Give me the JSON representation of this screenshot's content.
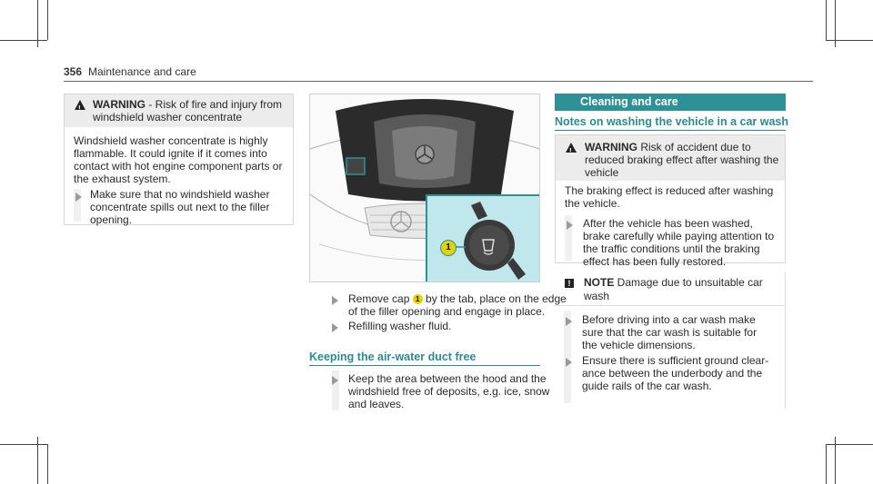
{
  "page": {
    "number": "356",
    "section": "Maintenance and care"
  },
  "col1": {
    "warning_label": "WARNING",
    "warning_title_rest": " - Risk of fire and injury from",
    "warning_title_l2": "windshield washer concentrate",
    "body_lines": [
      "Windshield washer concentrate is highly",
      "flammable. It could ignite if it comes into",
      "contact with hot engine component parts or",
      "the exhaust system."
    ],
    "step_lines": [
      "Make sure that no windshield washer",
      "concentrate spills out next to the filler",
      "opening."
    ]
  },
  "col2": {
    "callout_number": "1",
    "step1_a": "Remove cap ",
    "step1_b": " by the tab, place on the edge",
    "step1_l2": "of the filler opening and engage in place.",
    "step2": "Refilling washer fluid.",
    "section_title": "Keeping the air-water duct free",
    "step3_lines": [
      "Keep the area between the hood and the",
      "windshield free of deposits, e.g. ice, snow",
      "and leaves."
    ]
  },
  "col3": {
    "band_title": "Cleaning and care",
    "section_title": "Notes on washing the vehicle in a car wash",
    "warning_label": "WARNING",
    "warning_title_rest": " Risk of accident due to",
    "warning_title_l2": "reduced braking effect after washing the",
    "warning_title_l3": "vehicle",
    "warning_body": [
      "The braking effect is reduced after washing",
      "the vehicle."
    ],
    "warning_step": [
      "After the vehicle has been washed,",
      "brake carefully while paying attention to",
      "the traffic conditions until the braking",
      "effect has been fully restored."
    ],
    "note_label": "NOTE",
    "note_title_rest": " Damage due to unsuitable car",
    "note_title_l2": "wash",
    "note_step1": [
      "Before driving into a car wash make",
      "sure that the car wash is suitable for",
      "the vehicle dimensions."
    ],
    "note_step2": [
      "Ensure there is sufficient ground clear-",
      "ance between the underbody and the",
      "guide rails of the car wash."
    ]
  },
  "colors": {
    "accent": "#2e9196",
    "callout": "#e3d200",
    "inset_bg": "#bfe7ec"
  }
}
